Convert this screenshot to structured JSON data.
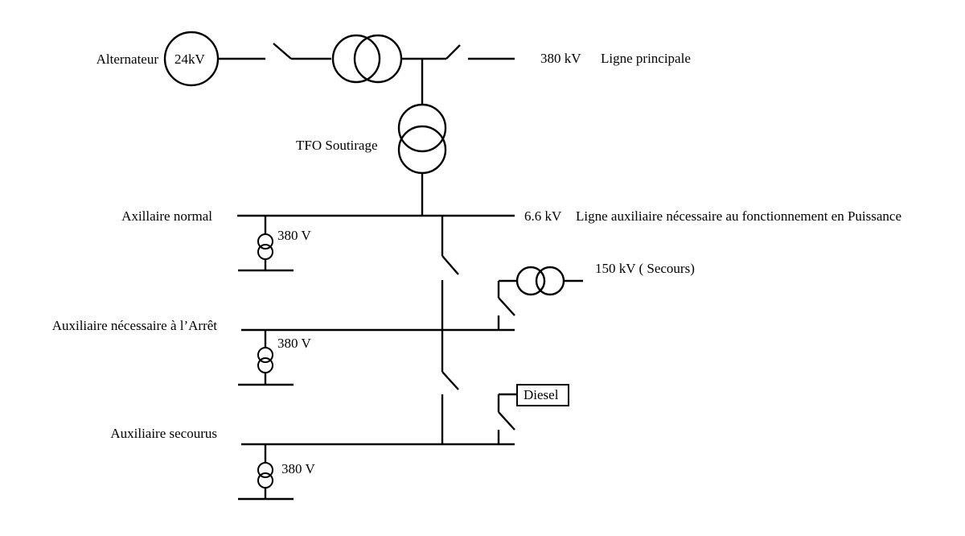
{
  "generator": {
    "label": "Alternateur",
    "voltage": "24kV"
  },
  "main_line": {
    "voltage": "380 kV",
    "label": "Ligne principale"
  },
  "tap_transformer": {
    "label": "TFO Soutirage"
  },
  "aux_line": {
    "voltage": "6.6 kV",
    "label": "Ligne auxiliaire nécessaire au fonctionnement en Puissance"
  },
  "buses": {
    "normal": {
      "label": "Axillaire normal",
      "sub_voltage": "380 V"
    },
    "stop": {
      "label": "Auxiliaire nécessaire à l’Arrêt",
      "sub_voltage": "380 V"
    },
    "backup": {
      "label": "Auxiliaire secourus",
      "sub_voltage": "380 V"
    }
  },
  "backup_source": {
    "label": "150 kV ( Secours)"
  },
  "diesel": {
    "label": "Diesel"
  }
}
